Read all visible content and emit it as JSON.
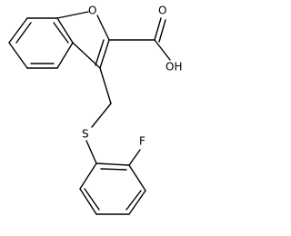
{
  "molecule": {
    "atoms": {
      "ring_oxygen": "O",
      "carbonyl_oxygen": "O",
      "hydroxyl": "OH",
      "sulfur": "S",
      "fluorine": "F"
    }
  }
}
